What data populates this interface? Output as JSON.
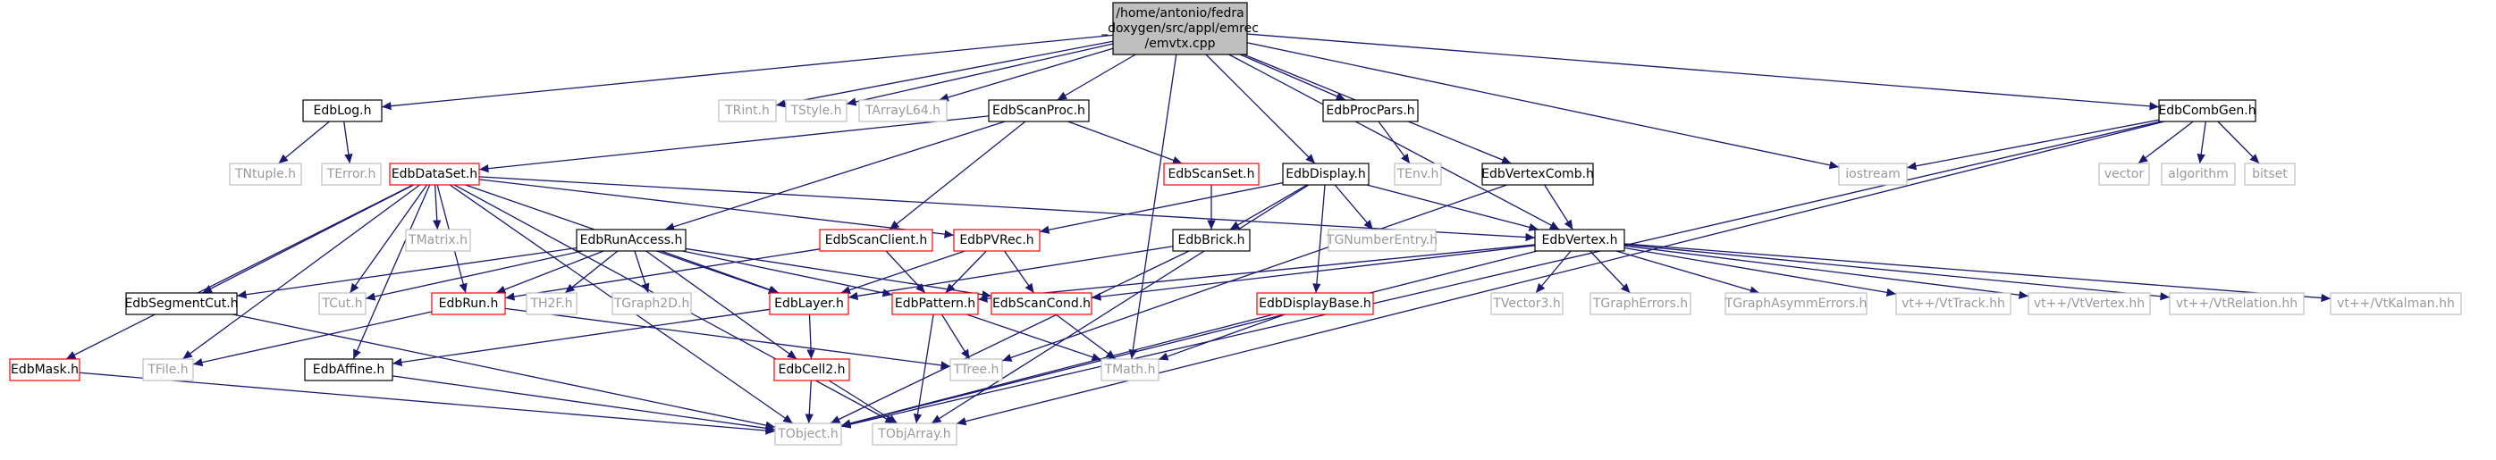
{
  "colors": {
    "edge": "#191970",
    "root_fill": "#bfbfbf",
    "root_border": "#000000",
    "normal_border": "#000000",
    "missing_border": "#bfbfbf",
    "incomplete_border": "#ff0000",
    "text": "#000000",
    "missing_text": "#9a9a9a"
  },
  "nodes": [
    {
      "id": "root",
      "label": [
        "/home/antonio/fedra",
        "_doxygen/src/appl/emrec",
        "/emvtx.cpp"
      ],
      "kind": "root"
    },
    {
      "id": "EdbLog",
      "label": [
        "EdbLog.h"
      ],
      "kind": "normal"
    },
    {
      "id": "TRint",
      "label": [
        "TRint.h"
      ],
      "kind": "missing"
    },
    {
      "id": "TStyle",
      "label": [
        "TStyle.h"
      ],
      "kind": "missing"
    },
    {
      "id": "TArrayL64",
      "label": [
        "TArrayL64.h"
      ],
      "kind": "missing"
    },
    {
      "id": "EdbScanProc",
      "label": [
        "EdbScanProc.h"
      ],
      "kind": "normal"
    },
    {
      "id": "EdbProcPars",
      "label": [
        "EdbProcPars.h"
      ],
      "kind": "normal"
    },
    {
      "id": "EdbCombGen",
      "label": [
        "EdbCombGen.h"
      ],
      "kind": "normal"
    },
    {
      "id": "TNtuple",
      "label": [
        "TNtuple.h"
      ],
      "kind": "missing"
    },
    {
      "id": "TError",
      "label": [
        "TError.h"
      ],
      "kind": "missing"
    },
    {
      "id": "EdbDataSet",
      "label": [
        "EdbDataSet.h"
      ],
      "kind": "incomplete"
    },
    {
      "id": "EdbScanSet",
      "label": [
        "EdbScanSet.h"
      ],
      "kind": "incomplete"
    },
    {
      "id": "EdbDisplay",
      "label": [
        "EdbDisplay.h"
      ],
      "kind": "normal"
    },
    {
      "id": "TEnv",
      "label": [
        "TEnv.h"
      ],
      "kind": "missing"
    },
    {
      "id": "EdbVertexComb",
      "label": [
        "EdbVertexComb.h"
      ],
      "kind": "normal"
    },
    {
      "id": "iostream",
      "label": [
        "iostream"
      ],
      "kind": "missing"
    },
    {
      "id": "vector",
      "label": [
        "vector"
      ],
      "kind": "missing"
    },
    {
      "id": "algorithm",
      "label": [
        "algorithm"
      ],
      "kind": "missing"
    },
    {
      "id": "bitset",
      "label": [
        "bitset"
      ],
      "kind": "missing"
    },
    {
      "id": "TMatrix",
      "label": [
        "TMatrix.h"
      ],
      "kind": "missing"
    },
    {
      "id": "EdbRunAccess",
      "label": [
        "EdbRunAccess.h"
      ],
      "kind": "normal"
    },
    {
      "id": "EdbScanClient",
      "label": [
        "EdbScanClient.h"
      ],
      "kind": "incomplete"
    },
    {
      "id": "EdbPVRec",
      "label": [
        "EdbPVRec.h"
      ],
      "kind": "incomplete"
    },
    {
      "id": "EdbBrick",
      "label": [
        "EdbBrick.h"
      ],
      "kind": "normal"
    },
    {
      "id": "TGNumberEntry",
      "label": [
        "TGNumberEntry.h"
      ],
      "kind": "missing"
    },
    {
      "id": "EdbVertex",
      "label": [
        "EdbVertex.h"
      ],
      "kind": "normal"
    },
    {
      "id": "EdbSegmentCut",
      "label": [
        "EdbSegmentCut.h"
      ],
      "kind": "normal"
    },
    {
      "id": "TCut",
      "label": [
        "TCut.h"
      ],
      "kind": "missing"
    },
    {
      "id": "EdbRun",
      "label": [
        "EdbRun.h"
      ],
      "kind": "incomplete"
    },
    {
      "id": "TH2F",
      "label": [
        "TH2F.h"
      ],
      "kind": "missing"
    },
    {
      "id": "TGraph2D",
      "label": [
        "TGraph2D.h"
      ],
      "kind": "missing"
    },
    {
      "id": "EdbLayer",
      "label": [
        "EdbLayer.h"
      ],
      "kind": "incomplete"
    },
    {
      "id": "EdbPattern",
      "label": [
        "EdbPattern.h"
      ],
      "kind": "incomplete"
    },
    {
      "id": "EdbScanCond",
      "label": [
        "EdbScanCond.h"
      ],
      "kind": "incomplete"
    },
    {
      "id": "EdbDisplayBase",
      "label": [
        "EdbDisplayBase.h"
      ],
      "kind": "incomplete"
    },
    {
      "id": "TVector3",
      "label": [
        "TVector3.h"
      ],
      "kind": "missing"
    },
    {
      "id": "TGraphErrors",
      "label": [
        "TGraphErrors.h"
      ],
      "kind": "missing"
    },
    {
      "id": "TGraphAsymmErrors",
      "label": [
        "TGraphAsymmErrors.h"
      ],
      "kind": "missing"
    },
    {
      "id": "VtTrack",
      "label": [
        "vt++/VtTrack.hh"
      ],
      "kind": "missing"
    },
    {
      "id": "VtVertex",
      "label": [
        "vt++/VtVertex.hh"
      ],
      "kind": "missing"
    },
    {
      "id": "VtRelation",
      "label": [
        "vt++/VtRelation.hh"
      ],
      "kind": "missing"
    },
    {
      "id": "VtKalman",
      "label": [
        "vt++/VtKalman.hh"
      ],
      "kind": "missing"
    },
    {
      "id": "EdbMask",
      "label": [
        "EdbMask.h"
      ],
      "kind": "incomplete"
    },
    {
      "id": "TFile",
      "label": [
        "TFile.h"
      ],
      "kind": "missing"
    },
    {
      "id": "EdbAffine",
      "label": [
        "EdbAffine.h"
      ],
      "kind": "normal"
    },
    {
      "id": "EdbCell2",
      "label": [
        "EdbCell2.h"
      ],
      "kind": "incomplete"
    },
    {
      "id": "TTree",
      "label": [
        "TTree.h"
      ],
      "kind": "missing"
    },
    {
      "id": "TMath",
      "label": [
        "TMath.h"
      ],
      "kind": "missing"
    },
    {
      "id": "TObject",
      "label": [
        "TObject.h"
      ],
      "kind": "missing"
    },
    {
      "id": "TObjArray",
      "label": [
        "TObjArray.h"
      ],
      "kind": "missing"
    }
  ],
  "edges": [
    [
      "root",
      "EdbLog"
    ],
    [
      "root",
      "TRint"
    ],
    [
      "root",
      "TStyle"
    ],
    [
      "root",
      "TArrayL64"
    ],
    [
      "root",
      "EdbScanProc"
    ],
    [
      "root",
      "EdbProcPars"
    ],
    [
      "root",
      "EdbCombGen"
    ],
    [
      "root",
      "EdbDisplay"
    ],
    [
      "root",
      "EdbVertexComb"
    ],
    [
      "root",
      "iostream"
    ],
    [
      "root",
      "TMath"
    ],
    [
      "root",
      "EdbVertex"
    ],
    [
      "EdbLog",
      "TNtuple"
    ],
    [
      "EdbLog",
      "TError"
    ],
    [
      "EdbScanProc",
      "EdbDataSet"
    ],
    [
      "EdbScanProc",
      "EdbScanSet"
    ],
    [
      "EdbScanProc",
      "EdbRunAccess"
    ],
    [
      "EdbScanProc",
      "EdbScanClient"
    ],
    [
      "EdbProcPars",
      "TEnv"
    ],
    [
      "EdbCombGen",
      "iostream"
    ],
    [
      "EdbCombGen",
      "vector"
    ],
    [
      "EdbCombGen",
      "algorithm"
    ],
    [
      "EdbCombGen",
      "bitset"
    ],
    [
      "EdbCombGen",
      "TObject"
    ],
    [
      "EdbCombGen",
      "TObjArray"
    ],
    [
      "EdbDataSet",
      "TMatrix"
    ],
    [
      "EdbDataSet",
      "EdbPVRec"
    ],
    [
      "EdbDataSet",
      "EdbVertex"
    ],
    [
      "EdbDataSet",
      "EdbSegmentCut"
    ],
    [
      "EdbDataSet",
      "TCut"
    ],
    [
      "EdbDataSet",
      "EdbRun"
    ],
    [
      "EdbDataSet",
      "EdbLayer"
    ],
    [
      "EdbDataSet",
      "EdbMask"
    ],
    [
      "EdbDataSet",
      "TFile"
    ],
    [
      "EdbDataSet",
      "EdbAffine"
    ],
    [
      "EdbDataSet",
      "TObject"
    ],
    [
      "EdbDataSet",
      "TObjArray"
    ],
    [
      "EdbScanSet",
      "EdbBrick"
    ],
    [
      "EdbDisplay",
      "EdbPVRec"
    ],
    [
      "EdbDisplay",
      "EdbBrick"
    ],
    [
      "EdbDisplay",
      "TGNumberEntry"
    ],
    [
      "EdbDisplay",
      "EdbVertex"
    ],
    [
      "EdbDisplay",
      "EdbDisplayBase"
    ],
    [
      "EdbDisplay",
      "TObjArray"
    ],
    [
      "EdbVertexComb",
      "EdbVertex"
    ],
    [
      "EdbVertexComb",
      "TTree"
    ],
    [
      "EdbRunAccess",
      "EdbSegmentCut"
    ],
    [
      "EdbRunAccess",
      "TCut"
    ],
    [
      "EdbRunAccess",
      "EdbRun"
    ],
    [
      "EdbRunAccess",
      "TH2F"
    ],
    [
      "EdbRunAccess",
      "TGraph2D"
    ],
    [
      "EdbRunAccess",
      "EdbLayer"
    ],
    [
      "EdbRunAccess",
      "EdbPattern"
    ],
    [
      "EdbRunAccess",
      "EdbScanCond"
    ],
    [
      "EdbRunAccess",
      "EdbCell2"
    ],
    [
      "EdbScanClient",
      "EdbRun"
    ],
    [
      "EdbScanClient",
      "EdbPattern"
    ],
    [
      "EdbPVRec",
      "EdbLayer"
    ],
    [
      "EdbPVRec",
      "EdbPattern"
    ],
    [
      "EdbPVRec",
      "EdbScanCond"
    ],
    [
      "EdbBrick",
      "EdbLayer"
    ],
    [
      "EdbBrick",
      "TObject"
    ],
    [
      "EdbVertex",
      "EdbScanCond"
    ],
    [
      "EdbVertex",
      "EdbPattern"
    ],
    [
      "EdbVertex",
      "TVector3"
    ],
    [
      "EdbVertex",
      "TGraphErrors"
    ],
    [
      "EdbVertex",
      "TGraphAsymmErrors"
    ],
    [
      "EdbVertex",
      "VtTrack"
    ],
    [
      "EdbVertex",
      "VtVertex"
    ],
    [
      "EdbVertex",
      "VtRelation"
    ],
    [
      "EdbVertex",
      "VtKalman"
    ],
    [
      "EdbVertex",
      "TObject"
    ],
    [
      "EdbSegmentCut",
      "TObject"
    ],
    [
      "EdbRun",
      "TFile"
    ],
    [
      "EdbRun",
      "TTree"
    ],
    [
      "EdbLayer",
      "EdbCell2"
    ],
    [
      "EdbLayer",
      "EdbAffine"
    ],
    [
      "EdbPattern",
      "TTree"
    ],
    [
      "EdbPattern",
      "TMath"
    ],
    [
      "EdbPattern",
      "TObjArray"
    ],
    [
      "EdbScanCond",
      "TMath"
    ],
    [
      "EdbDisplayBase",
      "TMath"
    ],
    [
      "EdbDisplayBase",
      "TObject"
    ],
    [
      "EdbMask",
      "TObject"
    ],
    [
      "EdbAffine",
      "TObject"
    ],
    [
      "EdbCell2",
      "TObject"
    ],
    [
      "EdbCell2",
      "TObjArray"
    ]
  ]
}
